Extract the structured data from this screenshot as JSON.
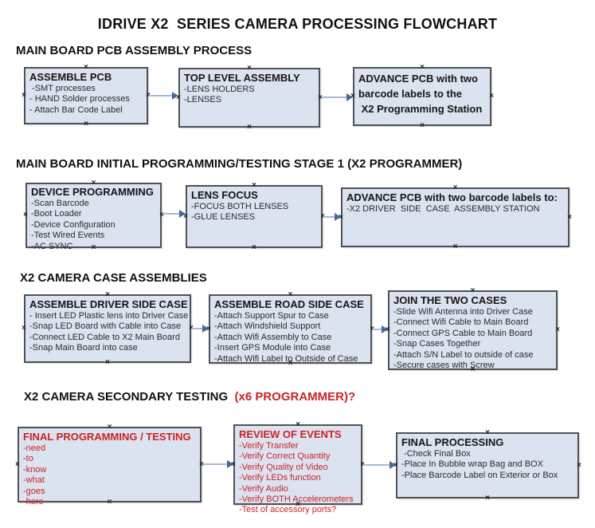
{
  "title": "IDRIVE X2  SERIES CAMERA PROCESSING FLOWCHART",
  "colors": {
    "box_fill": "#dbe3f1",
    "box_border": "#4f5254",
    "red_text": "#cc2222",
    "arrow_shaft": "#a6b9d6",
    "arrow_head": "#44689e"
  },
  "sections": [
    {
      "heading": "MAIN BOARD PCB ASSEMBLY PROCESS",
      "boxes": [
        {
          "title": "ASSEMBLE PCB",
          "lines": [
            " -SMT processes",
            "- HAND Solder processes",
            "- Attach Bar Code Label"
          ]
        },
        {
          "title": "TOP LEVEL ASSEMBLY",
          "lines": [
            "-LENS HOLDERS",
            "-LENSES"
          ]
        },
        {
          "title": "ADVANCE PCB with two",
          "lines": [
            "barcode labels to the",
            " X2 Programming Station"
          ]
        }
      ]
    },
    {
      "heading": "MAIN BOARD INITIAL PROGRAMMING/TESTING STAGE 1 (X2 PROGRAMMER)",
      "boxes": [
        {
          "title": "DEVICE PROGRAMMING",
          "lines": [
            "-Scan Barcode",
            "-Boot Loader",
            "-Device Configuration",
            "-Test Wired Events",
            "-AC SYNC"
          ]
        },
        {
          "title": "LENS FOCUS",
          "lines": [
            "-FOCUS BOTH LENSES",
            "-GLUE LENSES"
          ]
        },
        {
          "title": "ADVANCE PCB with two barcode labels to:",
          "lines": [
            "-X2 DRIVER  SIDE  CASE  ASSEMBLY STATION"
          ]
        }
      ]
    },
    {
      "heading": "X2 CAMERA CASE ASSEMBLIES",
      "boxes": [
        {
          "title": "ASSEMBLE DRIVER SIDE CASE",
          "lines": [
            "- Insert LED Plastic lens into Driver Case",
            "-Snap LED Board with Cable into Case",
            "-Connect LED Cable to X2 Main Board",
            "-Snap Main Board into case"
          ]
        },
        {
          "title": "ASSEMBLE ROAD SIDE CASE",
          "lines": [
            "-Attach Support Spur to Case",
            "-Attach Windshield Support",
            "-Attach Wifi Assembly to Case",
            "-Insert GPS Module into Case",
            "-Attach Wifi Label to Outside of Case"
          ]
        },
        {
          "title": "JOIN THE TWO CASES",
          "lines": [
            "-Slide Wifi Antenna into Driver Case",
            "-Connect Wifi Cable to Main Board",
            "-Connect GPS Cable to Main Board",
            "-Snap Cases Together",
            "-Attach S/N Label to outside of case",
            "-Secure cases with Screw"
          ]
        }
      ]
    },
    {
      "heading": "X2 CAMERA SECONDARY TESTING  ",
      "heading_red": "(x6 PROGRAMMER)?",
      "boxes": [
        {
          "title": "FINAL PROGRAMMING / TESTING",
          "lines": [
            "-need",
            "-to",
            "-know",
            "-what",
            "-goes",
            "-here"
          ]
        },
        {
          "title": "REVIEW OF EVENTS",
          "lines": [
            "-Verify Transfer",
            "-Verify Correct Quantity",
            "-Verify Quality of Video",
            "-Verify LEDs function",
            "-Verify Audio",
            "-Verify BOTH Accelerometers",
            "-Test of accessory ports?"
          ]
        },
        {
          "title": "FINAL PROCESSING",
          "lines": [
            " -Check Final Box",
            "-Place In Bubble wrap Bag and BOX",
            "-Place Barcode Label on Exterior or Box"
          ]
        }
      ]
    }
  ],
  "handle_glyph": "×"
}
